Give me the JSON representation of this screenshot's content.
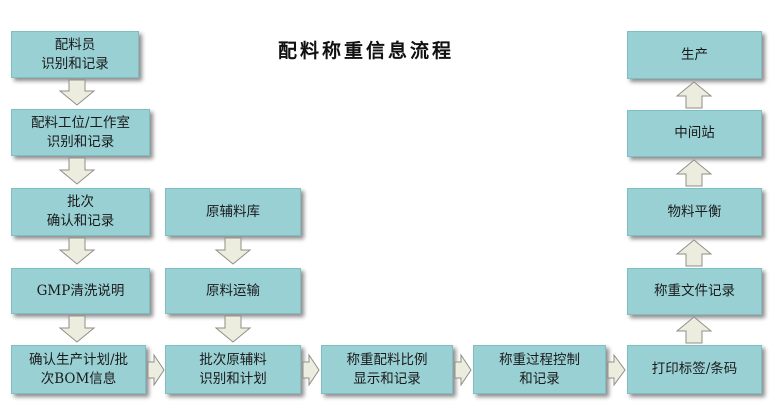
{
  "title": "配料称重信息流程",
  "nodes": {
    "dispenser_id": "配料员\n识别和记录",
    "workstation_id": "配料工位/工作室\n识别和记录",
    "batch_confirm": "批次\n确认和记录",
    "gmp_cleaning": "GMP清洗说明",
    "confirm_plan": "确认生产计划/批\n次BOM信息",
    "raw_store": "原辅料库",
    "raw_transport": "原料运输",
    "batch_raw_plan": "批次原辅料\n识别和计划",
    "ratio_display": "称重配料比例\n显示和记录",
    "process_control": "称重过程控制\n和记录",
    "print_label": "打印标签/条码",
    "weigh_file": "称重文件记录",
    "material_balance": "物料平衡",
    "intermediate_station": "中间站",
    "production": "生产"
  },
  "colors": {
    "box_fill": "#98d0d4",
    "arrow_fill": "#ededdf",
    "arrow_stroke": "#8f8f86",
    "text": "#1a1a1a"
  }
}
